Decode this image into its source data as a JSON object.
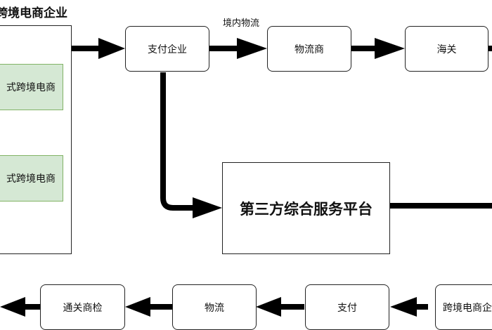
{
  "diagram": {
    "title": "跨境电商企业",
    "nodes": {
      "model_a": "式跨境电商",
      "model_b": "式跨境电商",
      "payment_company": "支付企业",
      "logistics_provider": "物流商",
      "customs": "海关",
      "platform": "第三方综合服务平台",
      "bottom_customs_inspection": "通关商检",
      "bottom_logistics": "物流",
      "bottom_payment": "支付",
      "bottom_company": "跨境电商企业"
    },
    "edge_labels": {
      "domestic_logistics": "境内物流"
    },
    "colors": {
      "stroke": "#000000",
      "green_fill": "#d5e8d4",
      "green_border": "#82b366"
    }
  }
}
